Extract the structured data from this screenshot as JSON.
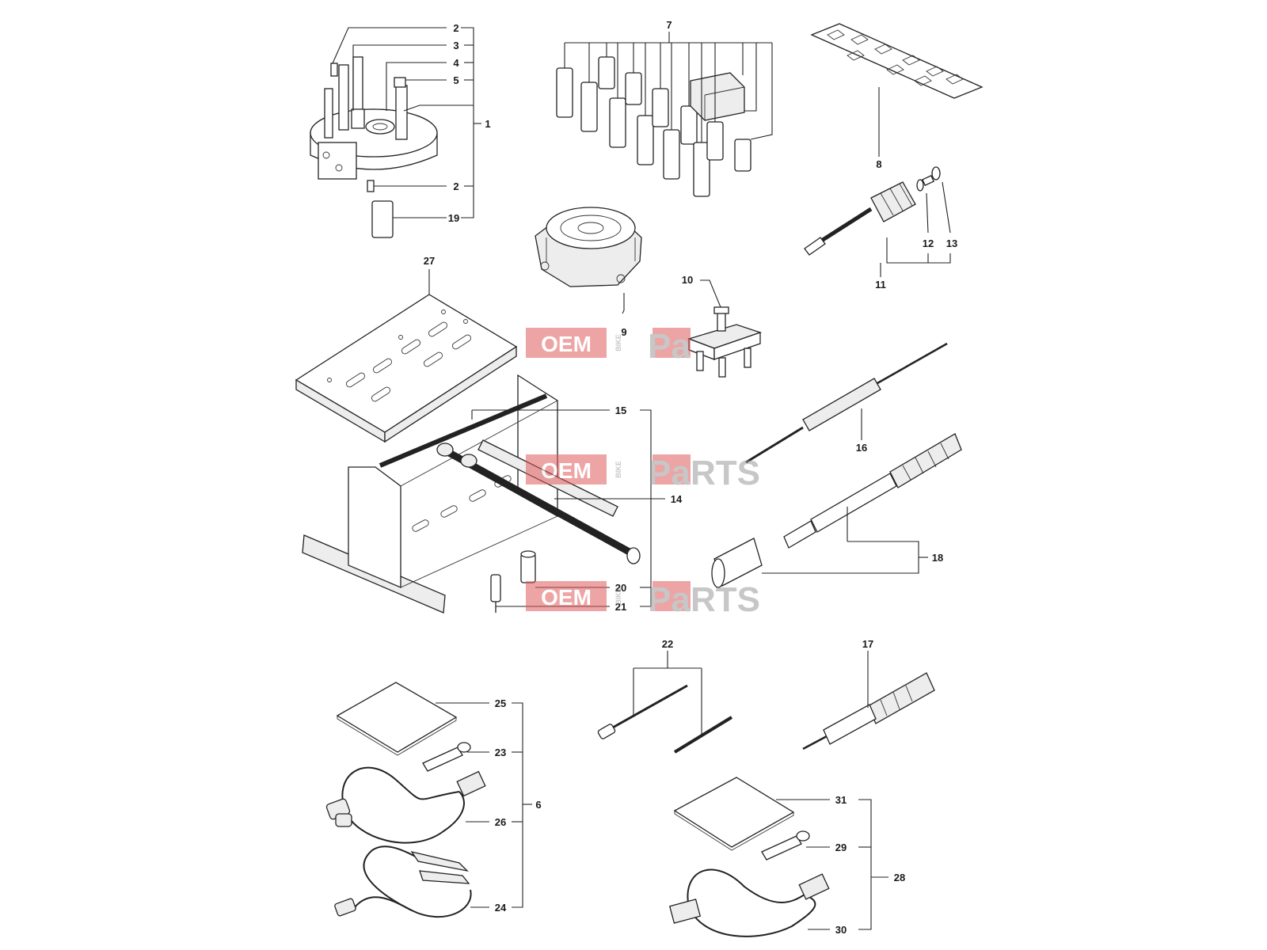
{
  "diagram": {
    "callouts": {
      "c1": "1",
      "c2a": "2",
      "c2b": "2",
      "c3": "3",
      "c4": "4",
      "c5": "5",
      "c6": "6",
      "c7": "7",
      "c8": "8",
      "c9": "9",
      "c10": "10",
      "c11": "11",
      "c12": "12",
      "c13": "13",
      "c14": "14",
      "c15": "15",
      "c16": "16",
      "c17": "17",
      "c18": "18",
      "c19": "19",
      "c20": "20",
      "c21": "21",
      "c22": "22",
      "c23": "23",
      "c24": "24",
      "c25": "25",
      "c26": "26",
      "c27": "27",
      "c28": "28",
      "c29": "29",
      "c30": "30",
      "c31": "31"
    },
    "watermark": {
      "oem": "OEM",
      "bike": "BIKE",
      "pa": "Pa",
      "rts": "RTS"
    },
    "colors": {
      "watermark_red": "#e05a5a",
      "watermark_grey": "#9a9a9a",
      "line": "#222222"
    }
  }
}
